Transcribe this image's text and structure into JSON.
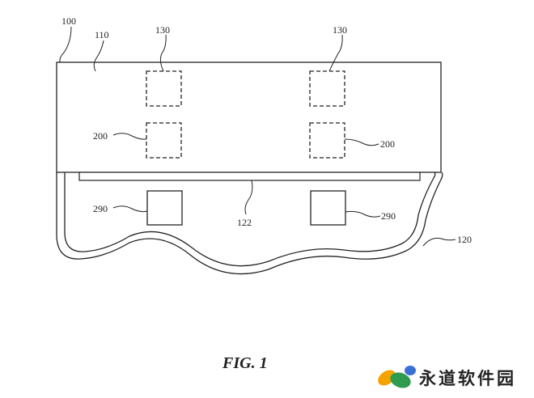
{
  "labels": {
    "ref_100": "100",
    "ref_110": "110",
    "ref_130_left": "130",
    "ref_130_right": "130",
    "ref_200_left": "200",
    "ref_200_right": "200",
    "ref_290_left": "290",
    "ref_290_right": "290",
    "ref_122": "122",
    "ref_120": "120"
  },
  "caption": "FIG. 1",
  "watermark": {
    "text": "永道软件园",
    "colors": [
      "#f4a300",
      "#2e9b4e",
      "#3b6fd8"
    ]
  }
}
